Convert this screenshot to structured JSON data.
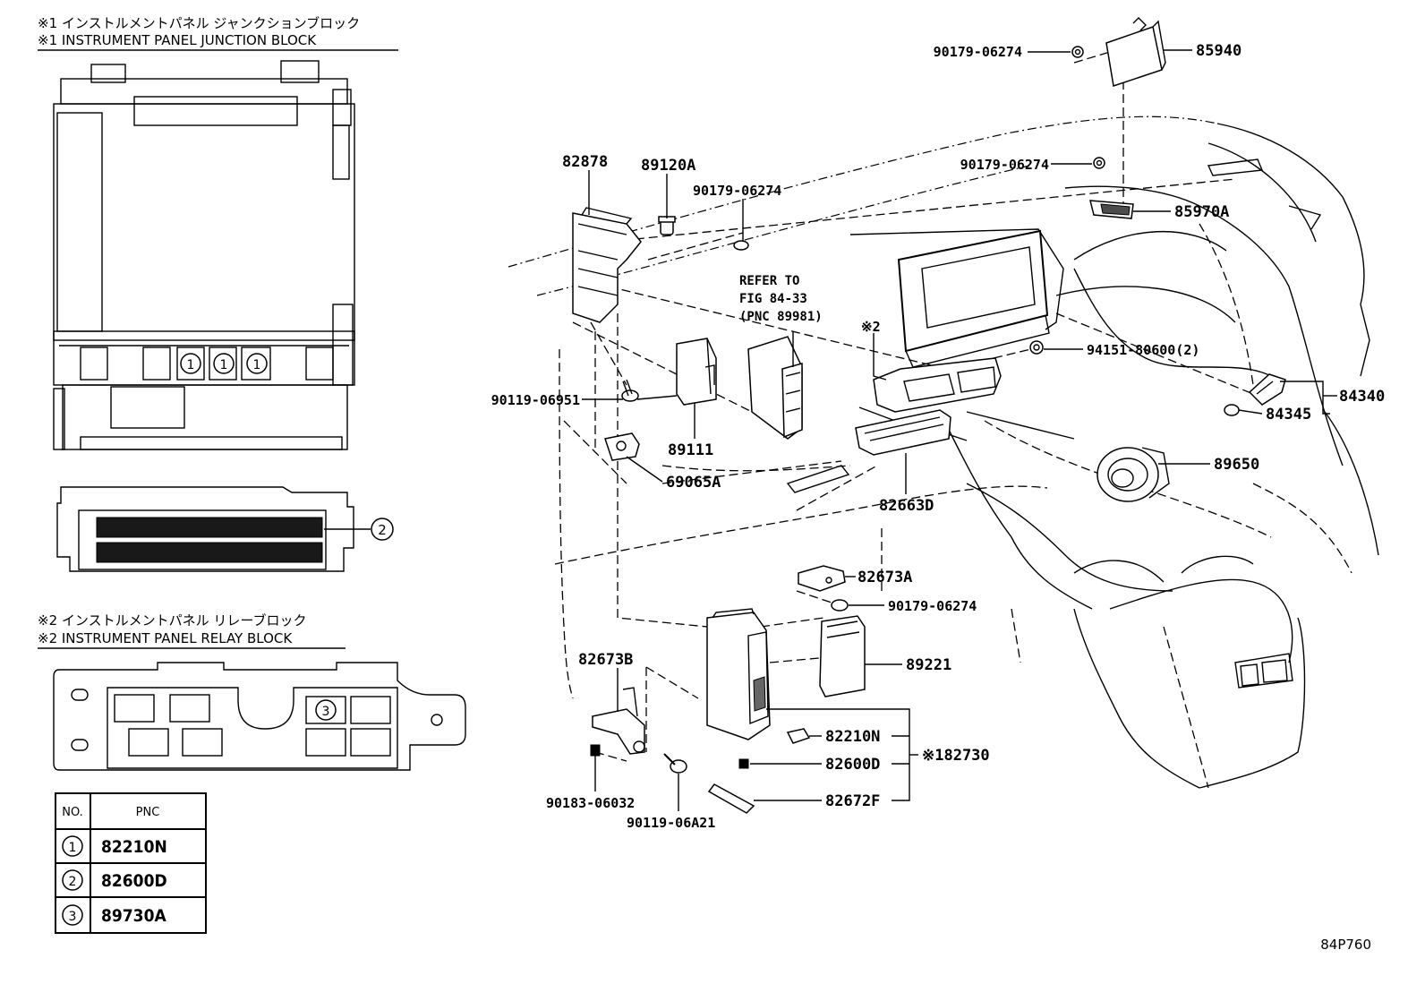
{
  "figure_id": "84P760",
  "header1": {
    "jp": "※1 インストルメントパネル ジャンクションブロック",
    "en": "※1 INSTRUMENT PANEL JUNCTION BLOCK"
  },
  "header2": {
    "jp": "※2 インストルメントパネル リレーブロック",
    "en": "※2 INSTRUMENT PANEL RELAY BLOCK"
  },
  "table": {
    "col_no": "NO.",
    "col_pnc": "PNC",
    "rows": [
      {
        "no": "1",
        "pnc": "82210N"
      },
      {
        "no": "2",
        "pnc": "82600D"
      },
      {
        "no": "3",
        "pnc": "89730A"
      }
    ]
  },
  "markers": {
    "m1": "1",
    "m2": "2",
    "m3": "3"
  },
  "refer": {
    "l1": "REFER TO",
    "l2": "FIG 84-33",
    "l3": "(PNC 89981)"
  },
  "labels": {
    "p85940": "85940",
    "p90179_a": "90179-06274",
    "p90179_b": "90179-06274",
    "p90179_c": "90179-06274",
    "p90179_d": "90179-06274",
    "p85970a": "85970A",
    "p82878": "82878",
    "p89120a": "89120A",
    "p94151": "94151-80600(2)",
    "p84340": "84340",
    "p84345": "84345",
    "p90119_06951": "90119-06951",
    "p89111": "89111",
    "p69065a": "69065A",
    "p89650": "89650",
    "p82663d": "82663D",
    "p82673a": "82673A",
    "p89221": "89221",
    "p82673b": "82673B",
    "p82210n": "82210N",
    "p82600d": "82600D",
    "p82672f": "82672F",
    "p82730": "※182730",
    "p90183": "90183-06032",
    "p90119_06a21": "90119-06A21",
    "mark2": "※2"
  }
}
